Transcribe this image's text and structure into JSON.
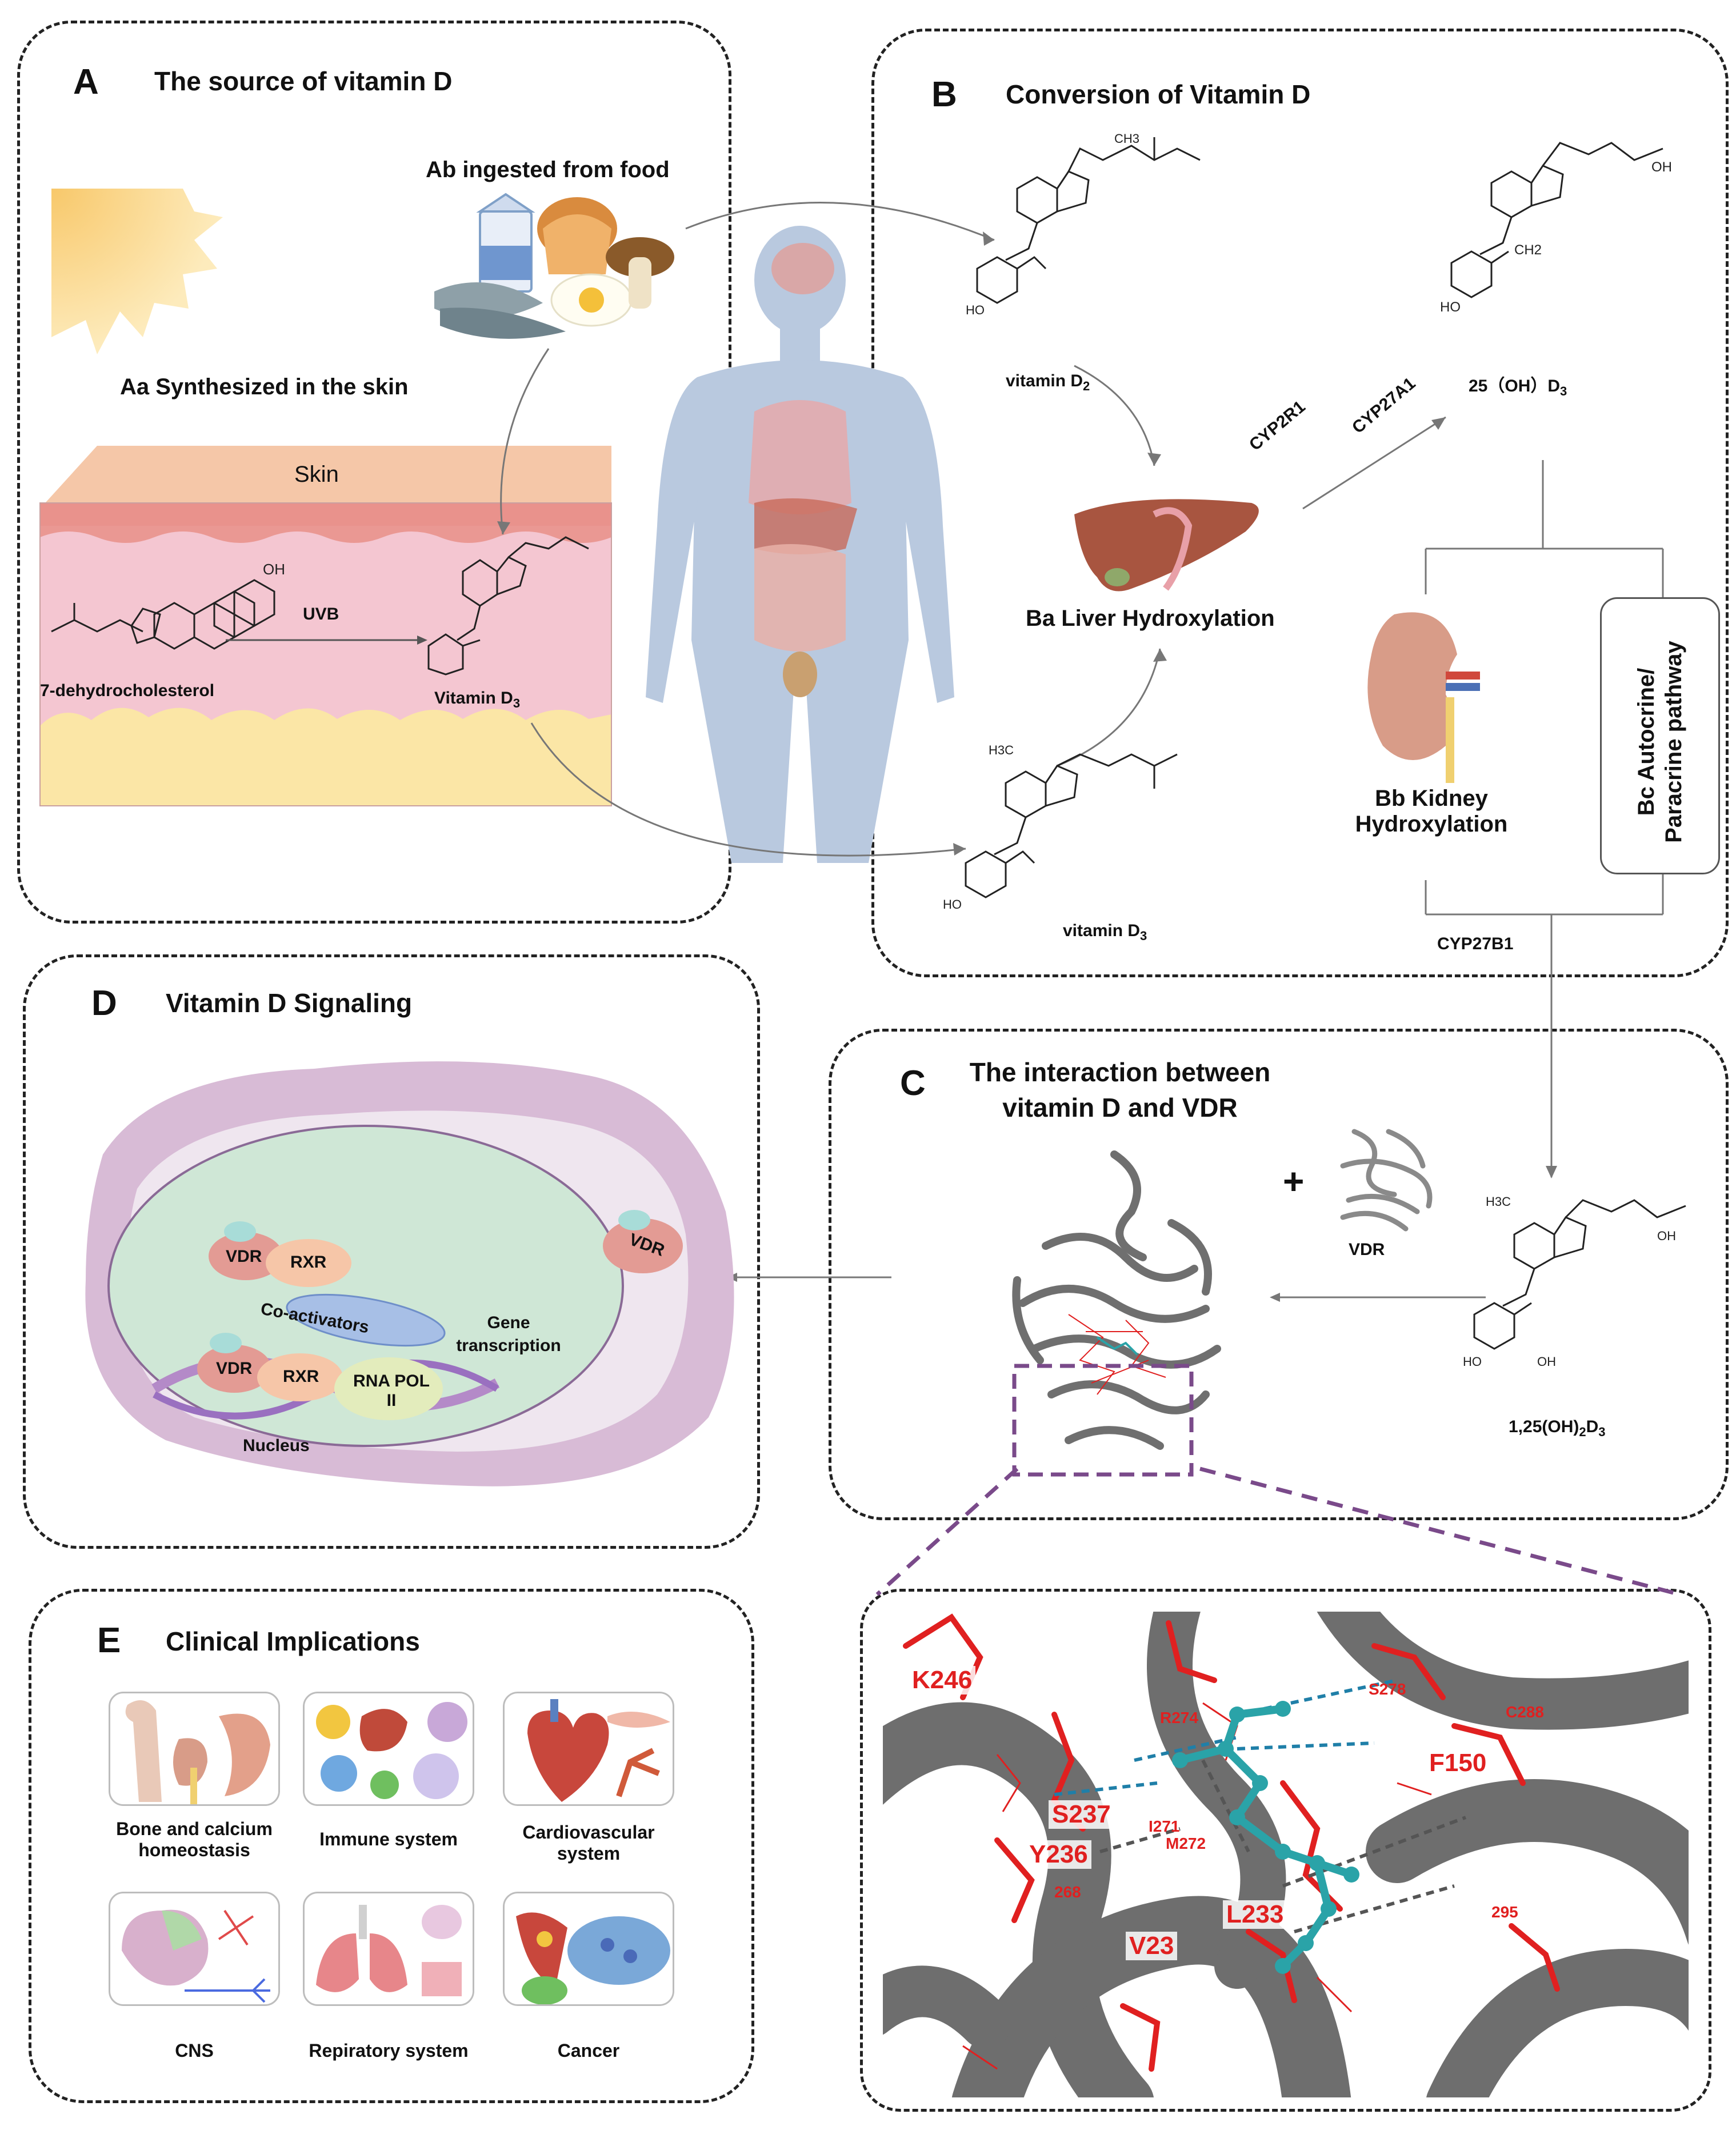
{
  "panel_a": {
    "letter": "A",
    "title": "The source of vitamin D",
    "ab_label": "Ab   ingested from food",
    "aa_label": "Aa   Synthesized in the skin",
    "skin_label": "Skin",
    "uvb_label": "UVB",
    "precursor": "7-dehydrocholesterol",
    "product": "Vitamin D",
    "product_sub": "3"
  },
  "panel_b": {
    "letter": "B",
    "title": "Conversion of Vitamin D",
    "d2_label": "vitamin D",
    "d2_sub": "2",
    "d3_label": "vitamin D",
    "d3_sub": "3",
    "oh25_label": "25（OH）D",
    "oh25_sub": "3",
    "enzyme1": "CYP2R1",
    "enzyme2": "CYP27A1",
    "ba_label": "Ba     Liver Hydroxylation",
    "bb_label_1": "Bb     Kidney",
    "bb_label_2": "Hydroxylation",
    "bc_label_1": "Bc    Autocrine/",
    "bc_label_2": "Paracrine pathway",
    "enzyme3": "CYP27B1"
  },
  "panel_c": {
    "letter": "C",
    "title_1": "The interaction between",
    "title_2": "vitamin D and VDR",
    "plus": "+",
    "vdr_label": "VDR",
    "product_pre": "1,25(OH)",
    "product_sub1": "2",
    "product_mid": "D",
    "product_sub2": "3",
    "residues_large": [
      "K246",
      "F150",
      "S237",
      "Y236",
      "L233",
      "V23"
    ],
    "residues_small": [
      "R274",
      "S278",
      "C288",
      "I271",
      "M272",
      "268",
      "295"
    ]
  },
  "panel_d": {
    "letter": "D",
    "title": "Vitamin D Signaling",
    "vdr_outer": "VDR",
    "vdr_1": "VDR",
    "rxr_1": "RXR",
    "coactivators": "Co-activators",
    "vdr_2": "VDR",
    "rxr_2": "RXR",
    "rna_pol": "RNA POL II",
    "gene_transcription": "Gene transcription",
    "nucleus": "Nucleus"
  },
  "panel_e": {
    "letter": "E",
    "title": "Clinical Implications",
    "items": [
      {
        "label": "Bone and calcium homeostasis"
      },
      {
        "label": "Immune system"
      },
      {
        "label": "Cardiovascular system"
      },
      {
        "label": "CNS"
      },
      {
        "label": "Repiratory system"
      },
      {
        "label": "Cancer"
      }
    ]
  },
  "colors": {
    "skin_top": "#f5c7a8",
    "skin_band": "#e9928c",
    "dermis": "#f4c6d1",
    "fat": "#fbe6a6",
    "body": "#b9c9df",
    "protein": "#6f6f6f",
    "residue": "#e02020",
    "ligand": "#2aa3a8",
    "zoom_line": "#7a4a8a"
  }
}
